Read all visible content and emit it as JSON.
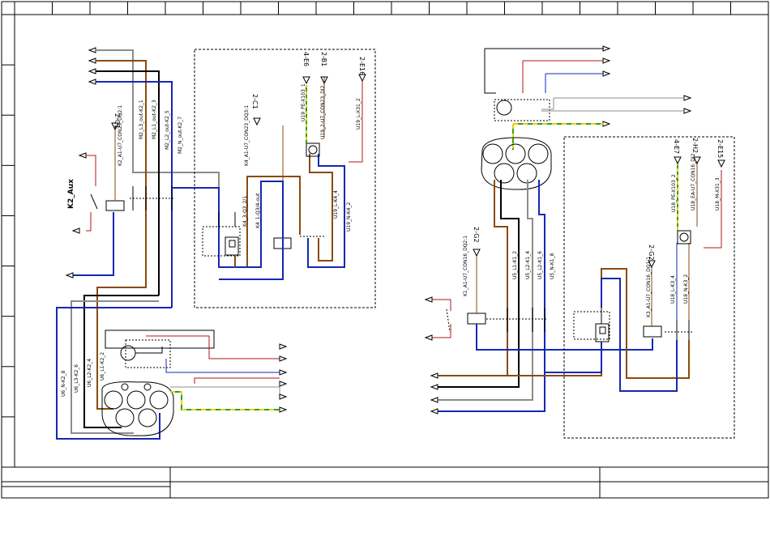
{
  "sheet": {
    "frame_columns": 20,
    "frame_rows": 9,
    "title_block": {
      "fields": []
    }
  },
  "left_group": {
    "aux_contactor": "K2_Aux",
    "coil_label": "K2_A1-U7_CON23_DQ2:1",
    "coil_ref": "2-C1",
    "main_labels": [
      "M2_L3_out-K2_1",
      "M2_L1_out-K2_3",
      "M2_L2_out-K2_5",
      "M2_N_out-K2_7"
    ],
    "motor_cables": [
      "U6_N-K2_8",
      "U6_L3-K2_6",
      "U6_L2-K2_4",
      "U6_L1-K2_2"
    ]
  },
  "center_group": {
    "tags": [
      "4-E6",
      "2-B1",
      "2-E16",
      "2-C1"
    ],
    "cable_labels": [
      "U19_PE-X103_1",
      "U19_2-U7_CON23_DI2",
      "U19_L-X31_2",
      "K4_A1-U7_CON23_DQ3:1"
    ],
    "relay_labels": [
      "K4_3-Q3_2/1",
      "K4_1-Q3/4-out"
    ],
    "output_labels": [
      "U19_L-K4_4",
      "U19_N-K4_2"
    ]
  },
  "right_group": {
    "coil_label": "K1_A1-U7_CON16_DQ2:1",
    "coil_ref": "2-G2",
    "main_labels": [
      "U5_L1-K1_2",
      "U5_L2-K1_4",
      "U5_L2-K1_6",
      "U5_N-K1_8"
    ],
    "tags": [
      "4-E7",
      "2-H2",
      "2-E15",
      "2-G2"
    ],
    "cable_labels": [
      "U18_PE-X103_2",
      "U18_EA-U7_CON16_DI2",
      "U18_M-X31_3"
    ],
    "k3_coil_label": "K3_A1-U7_CON16_DQ1:1",
    "k3_labels": [
      "U18_L-K3_4",
      "U18_N-K3_2"
    ]
  },
  "wire_colors": {
    "brown": "#8b4a0e",
    "black": "#000000",
    "grey": "#8c8c8c",
    "blue": "#1428b4",
    "red": "#b41414",
    "pe_green": "#2ea02e",
    "pe_yellow": "#e6d200",
    "control": "#444444"
  }
}
